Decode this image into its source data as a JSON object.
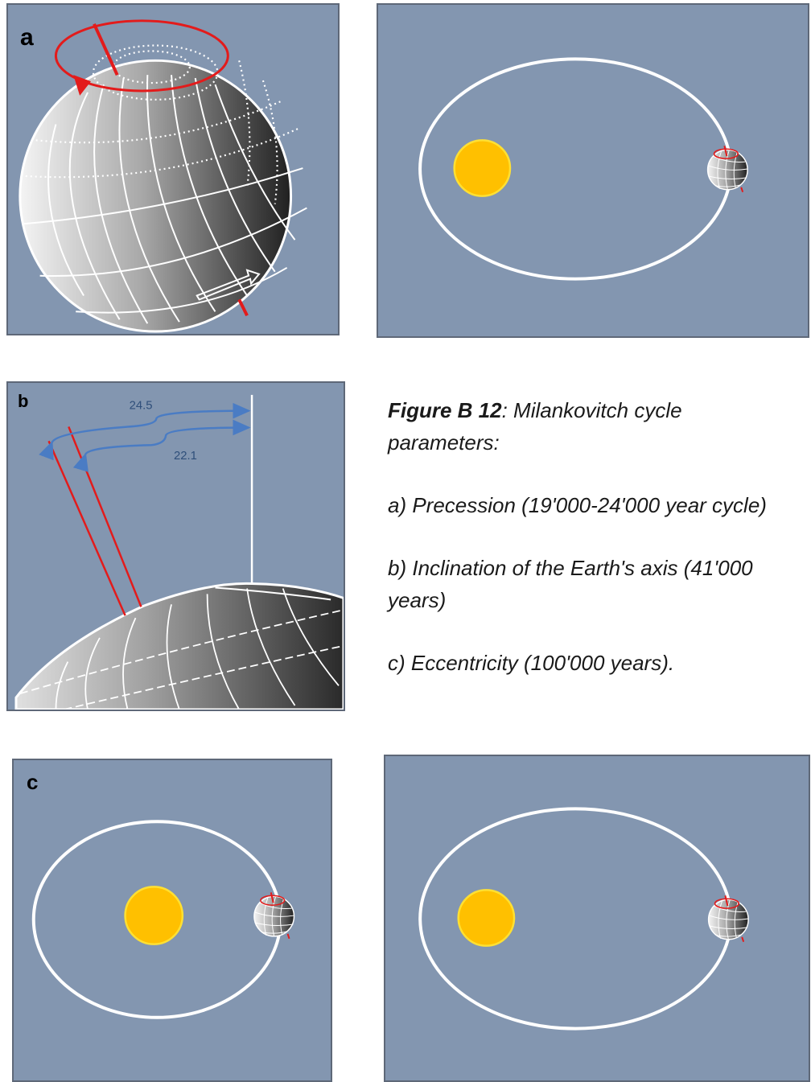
{
  "panels": {
    "a": {
      "letter": "a"
    },
    "b": {
      "letter": "b",
      "angle_max": "24.5",
      "angle_min": "22.1"
    },
    "c": {
      "letter": "c"
    }
  },
  "caption": {
    "title": "Figure B 12",
    "intro": ": Milankovitch cycle parameters:",
    "item_a": "a) Precession (19'000-24'000 year cycle)",
    "item_b": "b) Inclination of the Earth's axis (41'000 years)",
    "item_c": "c) Eccentricity (100'000 years)."
  },
  "colors": {
    "panel_bg": "#8396b0",
    "sun_fill": "#ffc000",
    "sun_outline": "#ffe033",
    "orbit": "#ffffff",
    "axis_red": "#e31b1b",
    "angle_arrow": "#4a7cc4"
  }
}
